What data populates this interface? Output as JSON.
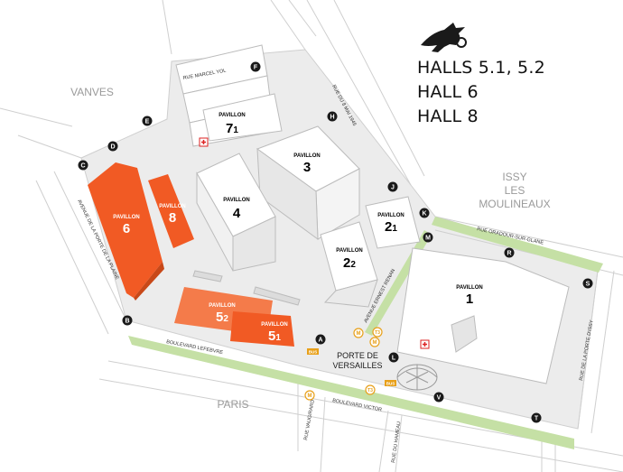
{
  "colors": {
    "highlight": "#f15a24",
    "highlight_light": "#f47b4a",
    "green_road": "#c5e0a5",
    "ground": "#ececec",
    "building": "#ffffff",
    "outline": "#bcbcbc",
    "metro": "#e8a019",
    "text_gray": "#9a9a9a",
    "dark": "#1a1a1a"
  },
  "legend": {
    "icon": "pegasus-logo-icon",
    "halls": [
      "HALLS 5.1, 5.2",
      "HALL 6",
      "HALL 8"
    ]
  },
  "areas": {
    "vanves": "VANVES",
    "issy": [
      "ISSY",
      "LES",
      "MOULINEAUX"
    ],
    "paris": "PARIS",
    "porte": [
      "PORTE DE",
      "VERSAILLES"
    ]
  },
  "pavilion_word": "PAVILLON",
  "pavilions": {
    "p1": "1",
    "p3": "3",
    "p4": "4",
    "p6": "6",
    "p8": "8",
    "p7": [
      "7",
      "1"
    ],
    "p21": [
      "2",
      "1"
    ],
    "p22": [
      "2",
      "2"
    ],
    "p52": [
      "5",
      "2"
    ],
    "p51": [
      "5",
      "1"
    ]
  },
  "streets": {
    "marcel_yol": "RUE MARCEL YOL",
    "huit_mai": "RUE DU 8 MAI 1945",
    "oradour": "RUE ORADOUR-SUR-GLANE",
    "porte_plaine": "AVENUE DE LA PORTE DE LA PLAINE",
    "ernest_renan": "AVENUE ERNEST RENAN",
    "lefebvre": "BOULEVARD LEFEBVRE",
    "victor": "BOULEVARD VICTOR",
    "vaugirard": "RUE VAUGIRARD",
    "hameau": "RUE DU HAMEAU",
    "porte_issy": "RUE DE LA PORTE D'ISSY"
  },
  "gates": [
    "A",
    "B",
    "C",
    "D",
    "E",
    "F",
    "H",
    "J",
    "K",
    "L",
    "M",
    "R",
    "S",
    "T",
    "V"
  ],
  "transit": {
    "metro": "M",
    "tram": "T3",
    "bus": "BUS"
  }
}
